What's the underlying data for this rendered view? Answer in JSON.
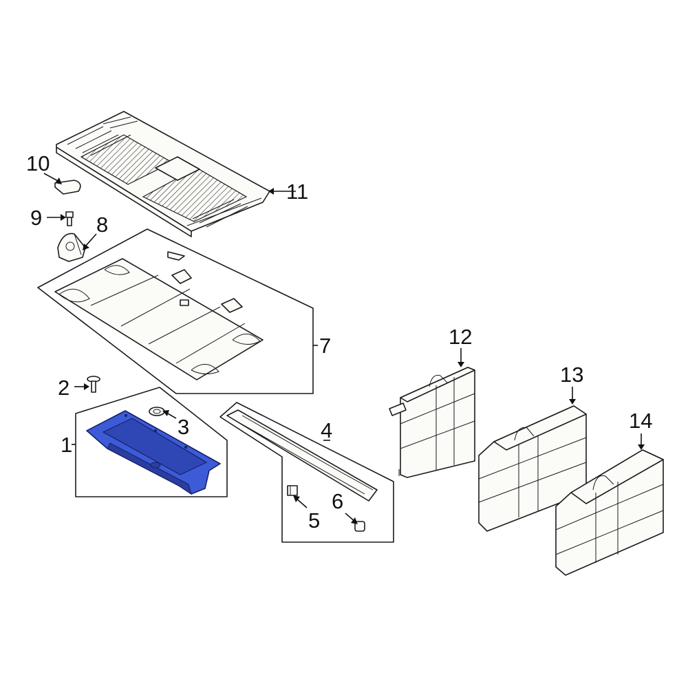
{
  "colors": {
    "highlight_fill": "#3d5bd6",
    "highlight_stroke": "#14206b",
    "line": "#1a1a1a",
    "background": "#ffffff"
  },
  "callouts": [
    {
      "id": "1",
      "label": "1"
    },
    {
      "id": "2",
      "label": "2"
    },
    {
      "id": "3",
      "label": "3"
    },
    {
      "id": "4",
      "label": "4"
    },
    {
      "id": "5",
      "label": "5"
    },
    {
      "id": "6",
      "label": "6"
    },
    {
      "id": "7",
      "label": "7"
    },
    {
      "id": "8",
      "label": "8"
    },
    {
      "id": "9",
      "label": "9"
    },
    {
      "id": "10",
      "label": "10"
    },
    {
      "id": "11",
      "label": "11"
    },
    {
      "id": "12",
      "label": "12"
    },
    {
      "id": "13",
      "label": "13"
    },
    {
      "id": "14",
      "label": "14"
    }
  ],
  "highlighted_part": "1"
}
